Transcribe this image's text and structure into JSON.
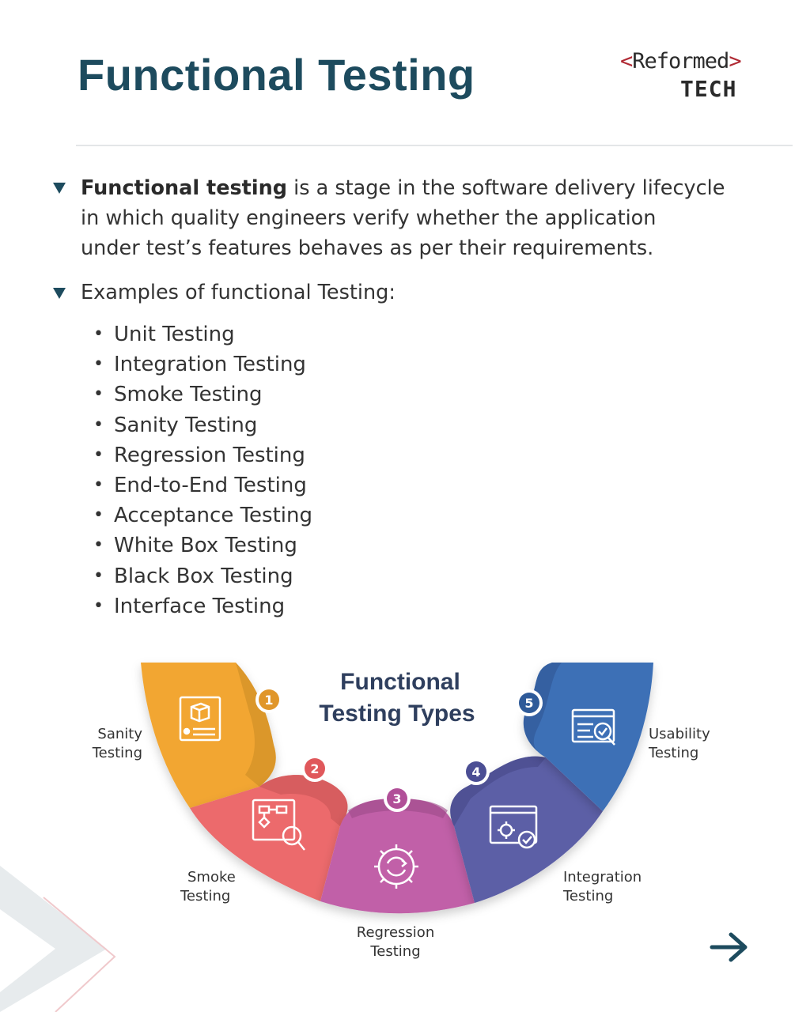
{
  "header": {
    "title": "Functional Testing",
    "logo": {
      "open": "<",
      "word": "Reformed",
      "close": ">",
      "sub": "TECH"
    }
  },
  "intro": {
    "bold": "Functional testing",
    "line1_rest": " is a stage in the software delivery lifecycle",
    "line2": "in which quality engineers verify whether the application",
    "line3": "under test’s features behaves as per their requirements."
  },
  "examples": {
    "heading": "Examples of functional Testing:",
    "items": [
      "Unit Testing",
      "Integration Testing",
      "Smoke Testing",
      "Sanity Testing",
      "Regression Testing",
      "End-to-End Testing",
      "Acceptance Testing",
      "White Box Testing",
      "Black Box Testing",
      "Interface Testing"
    ]
  },
  "diagram": {
    "title_line1": "Functional",
    "title_line2": "Testing Types",
    "segments": [
      {
        "number": "1",
        "label_line1": "Sanity",
        "label_line2": "Testing",
        "color": "#f2a632",
        "dark": "#c98b26",
        "icon": "box-window-icon"
      },
      {
        "number": "2",
        "label_line1": "Smoke",
        "label_line2": "Testing",
        "color": "#ec6a6c",
        "dark": "#c95557",
        "icon": "flowchart-magnifier-icon"
      },
      {
        "number": "3",
        "label_line1": "Regression",
        "label_line2": "Testing",
        "color": "#c160a8",
        "dark": "#9c4a89",
        "icon": "gear-cycle-icon"
      },
      {
        "number": "4",
        "label_line1": "Integration",
        "label_line2": "Testing",
        "color": "#5b5ea6",
        "dark": "#474a88",
        "icon": "window-gear-check-icon"
      },
      {
        "number": "5",
        "label_line1": "Usability",
        "label_line2": "Testing",
        "color": "#3d6fb6",
        "dark": "#2f5792",
        "icon": "window-magnifier-check-icon"
      }
    ]
  },
  "colors": {
    "title": "#1d4b5e",
    "accent": "#b02a34"
  }
}
